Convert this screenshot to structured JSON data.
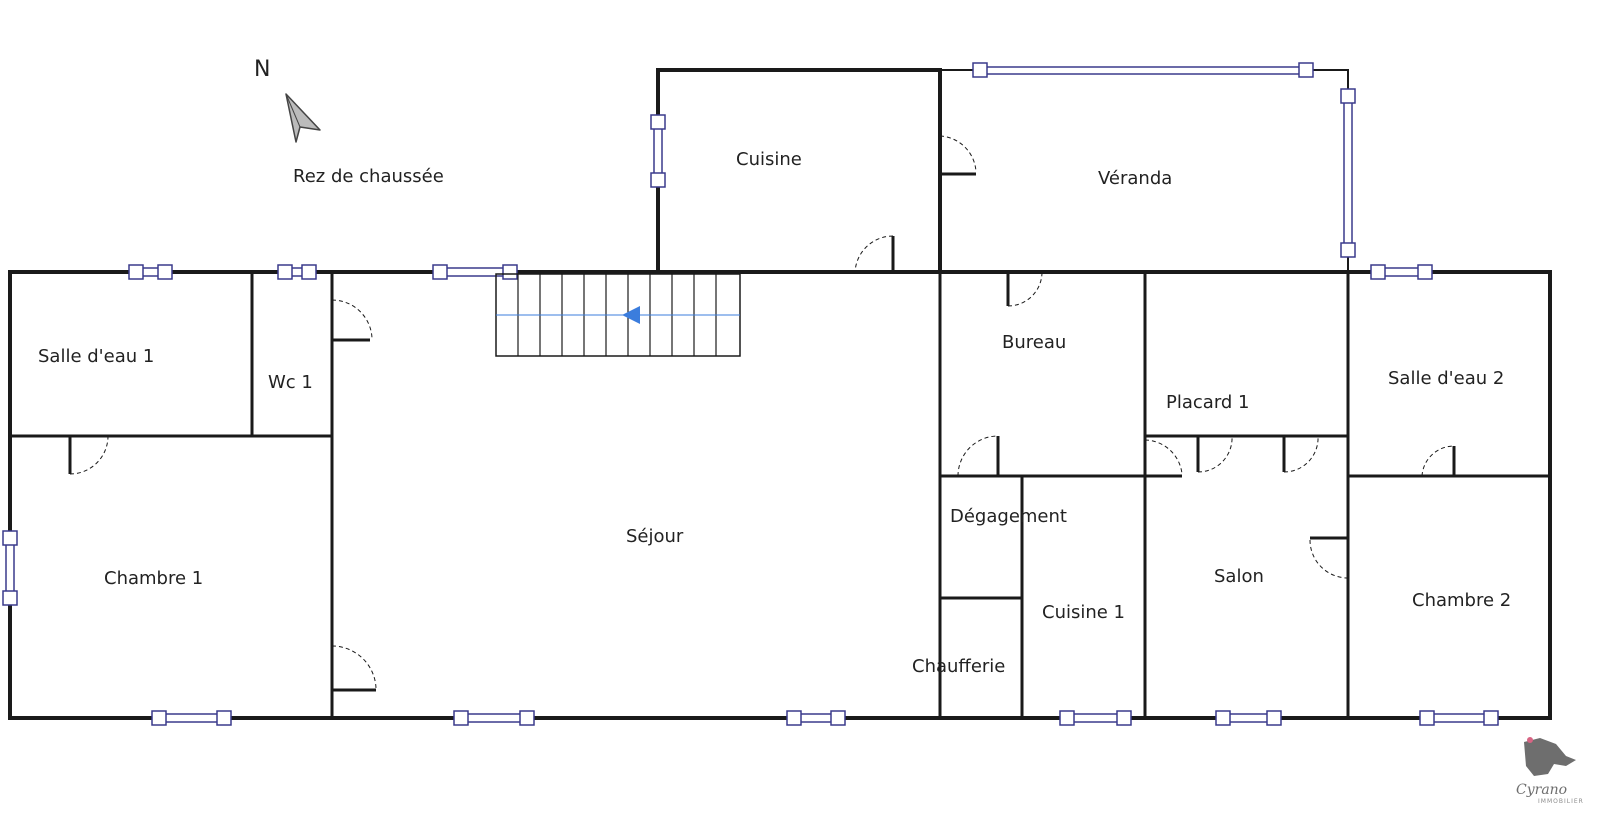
{
  "plan": {
    "level_title": "Rez de chaussée",
    "north_label": "N",
    "rooms": {
      "salle_deau_1": "Salle d'eau 1",
      "wc_1": "Wc 1",
      "chambre_1": "Chambre 1",
      "sejour": "Séjour",
      "cuisine": "Cuisine",
      "veranda": "Véranda",
      "bureau": "Bureau",
      "placard_1": "Placard 1",
      "salle_deau_2": "Salle d'eau 2",
      "degagement": "Dégagement",
      "cuisine_1": "Cuisine 1",
      "chaufferie": "Chaufferie",
      "salon": "Salon",
      "chambre_2": "Chambre 2"
    }
  },
  "logo": {
    "brand": "Cyrano",
    "tagline": "IMMOBILIER"
  },
  "colors": {
    "wall": "#1a1a1a",
    "window": "#3a3a8c",
    "stair_arrow": "#3b7ddd"
  }
}
